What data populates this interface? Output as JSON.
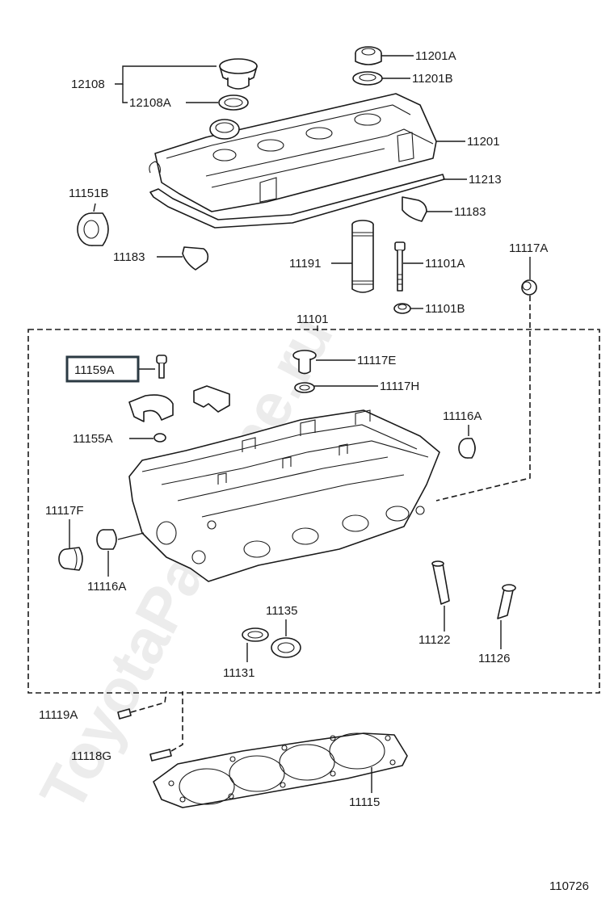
{
  "watermark": "ToyotaPartMine.ru",
  "diagram_code": "110726",
  "highlighted_part": "11159A",
  "labels": {
    "l12108": "12108",
    "l12108A": "12108A",
    "l11201A": "11201A",
    "l11201B": "11201B",
    "l11201": "11201",
    "l11213": "11213",
    "l11151B": "11151B",
    "l11183a": "11183",
    "l11183b": "11183",
    "l11191": "11191",
    "l11101A": "11101A",
    "l11117A": "11117A",
    "l11101B": "11101B",
    "l11101": "11101",
    "l11159A": "11159A",
    "l11117E": "11117E",
    "l11117H": "11117H",
    "l11116A_right": "11116A",
    "l11155A": "11155A",
    "l11117F": "11117F",
    "l11116A_left": "11116A",
    "l11135": "11135",
    "l11131": "11131",
    "l11122": "11122",
    "l11126": "11126",
    "l11119A": "11119A",
    "l11118G": "11118G",
    "l11115": "11115"
  }
}
